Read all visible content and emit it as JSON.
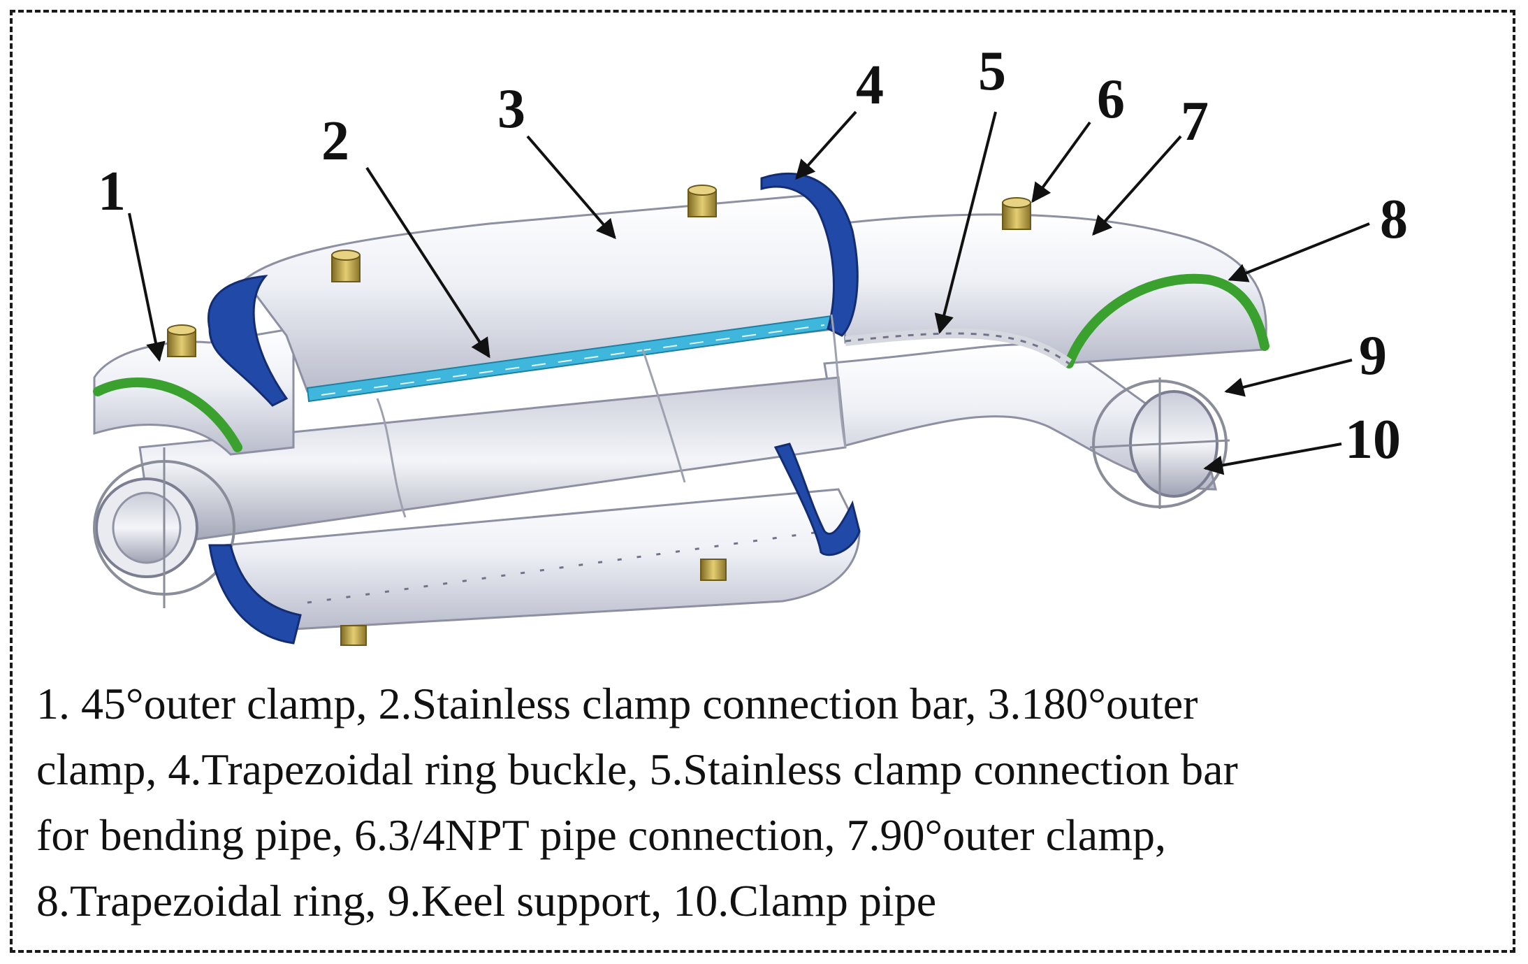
{
  "labels": [
    "1",
    "2",
    "3",
    "4",
    "5",
    "6",
    "7",
    "8",
    "9",
    "10"
  ],
  "caption": {
    "lines": [
      "1. 45°outer clamp, 2.Stainless clamp connection bar, 3.180°outer",
      "clamp, 4.Trapezoidal ring buckle, 5.Stainless clamp connection bar",
      "for bending pipe, 6.3/4NPT pipe connection, 7.90°outer clamp,",
      "8.Trapezoidal ring, 9.Keel support, 10.Clamp pipe"
    ]
  },
  "colors": {
    "pipe_body": "#eef0f6",
    "pipe_shade": "#b9bccb",
    "clamp_ring": "#2149a8",
    "trapezoidal_ring": "#3aa12f",
    "connection_bar": "#3fb6dc",
    "fitting": "#c9a94a"
  }
}
